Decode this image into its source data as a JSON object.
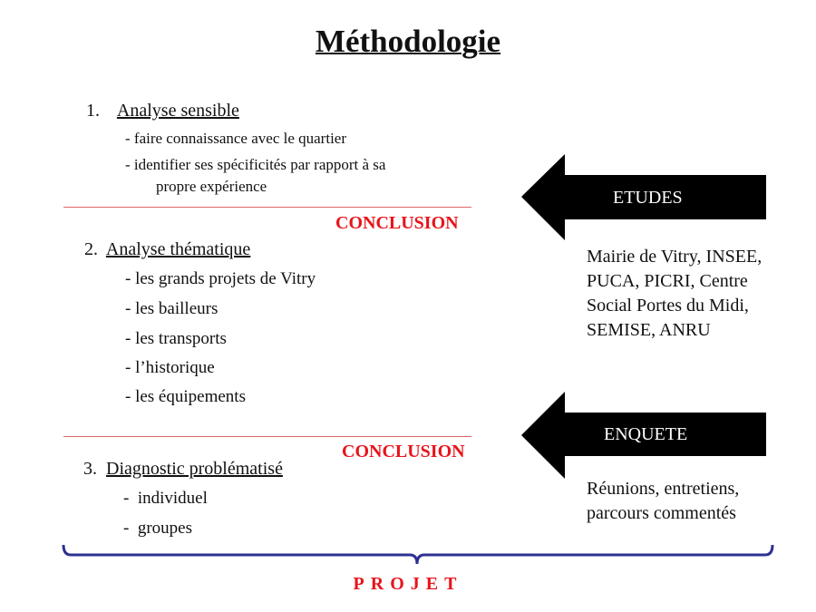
{
  "title": "Méthodologie",
  "sections": [
    {
      "number": "1.",
      "heading": "Analyse sensible",
      "items": [
        "- faire connaissance avec le quartier",
        "- identifier ses spécificités par rapport à sa",
        "propre expérience"
      ]
    },
    {
      "number": "2.",
      "heading": "Analyse thématique",
      "items": [
        "- les grands projets de Vitry",
        "- les bailleurs",
        "- les transports",
        "- l’historique",
        "- les équipements"
      ]
    },
    {
      "number": "3.",
      "heading": "Diagnostic problématisé",
      "items": [
        "-  individuel",
        "-  groupes"
      ]
    }
  ],
  "conclusion_label": "CONCLUSION",
  "arrows": [
    {
      "label": "ETUDES",
      "description": "Mairie de Vitry, INSEE, PUCA, PICRI, Centre Social Portes du Midi, SEMISE, ANRU"
    },
    {
      "label": "ENQUETE",
      "description": "Réunions, entretiens, parcours commentés"
    }
  ],
  "footer": "PROJET",
  "colors": {
    "accent_red": "#e8141b",
    "bracket_blue": "#2e3192",
    "arrow": "#000000"
  }
}
